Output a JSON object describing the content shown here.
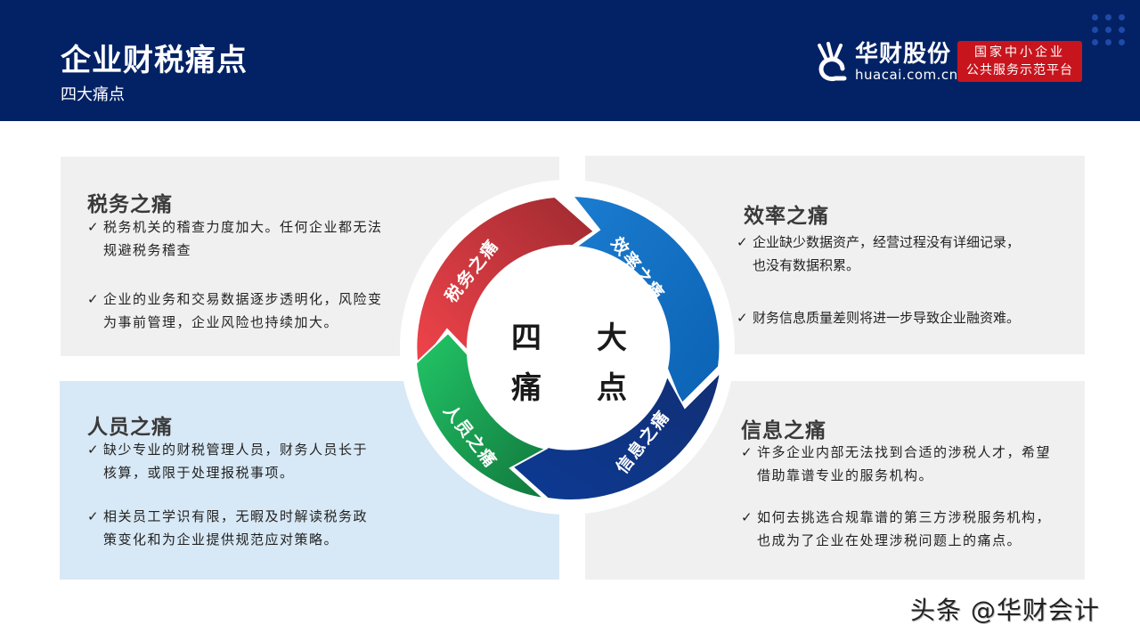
{
  "header": {
    "title": "企业财税痛点",
    "subtitle": "四大痛点",
    "logo": {
      "name": "华财股份",
      "url_text": "huacai.com.cn",
      "icon": "huacai-logo-icon"
    },
    "badge": {
      "line1": "国家中小企业",
      "line2": "公共服务示范平台",
      "color": "#c8151d"
    },
    "background_color": "#032265"
  },
  "center": {
    "chars": [
      "四",
      "大",
      "痛",
      "点"
    ]
  },
  "ring": {
    "segments": [
      {
        "label": "税务之痛",
        "color_start": "#f0434a",
        "color_end": "#a62a30"
      },
      {
        "label": "效率之痛",
        "color_start": "#1f7fd0",
        "color_end": "#0a5fb0"
      },
      {
        "label": "信息之痛",
        "color_start": "#163a8a",
        "color_end": "#0a2a6e"
      },
      {
        "label": "人员之痛",
        "color_start": "#22c466",
        "color_end": "#137a3e"
      }
    ]
  },
  "panels": {
    "tax": {
      "heading": "税务之痛",
      "points": [
        {
          "line1": "税务机关的稽查力度加大。任何企业都无法",
          "line2": "规避税务稽查"
        },
        {
          "line1": "企业的业务和交易数据逐步透明化，风险变",
          "line2": "为事前管理，企业风险也持续加大。"
        }
      ]
    },
    "efficiency": {
      "heading": "效率之痛",
      "points": [
        {
          "line1": "企业缺少数据资产，经营过程没有详细记录，",
          "line2": "也没有数据积累。"
        },
        {
          "line1": "财务信息质量差则将进一步导致企业融资难。",
          "line2": ""
        }
      ]
    },
    "staff": {
      "heading": "人员之痛",
      "points": [
        {
          "line1": "缺少专业的财税管理人员，财务人员长于",
          "line2": "核算，或限于处理报税事项。"
        },
        {
          "line1": "相关员工学识有限，无暇及时解读税务政",
          "line2": "策变化和为企业提供规范应对策略。"
        }
      ]
    },
    "info": {
      "heading": "信息之痛",
      "points": [
        {
          "line1": "许多企业内部无法找到合适的涉税人才，希望",
          "line2": "借助靠谱专业的服务机构。"
        },
        {
          "line1": "如何去挑选合规靠谱的第三方涉税服务机构，",
          "line2": "也成为了企业在处理涉税问题上的痛点。"
        }
      ]
    },
    "check_mark": "✓"
  },
  "watermark": "头条 @华财会计"
}
